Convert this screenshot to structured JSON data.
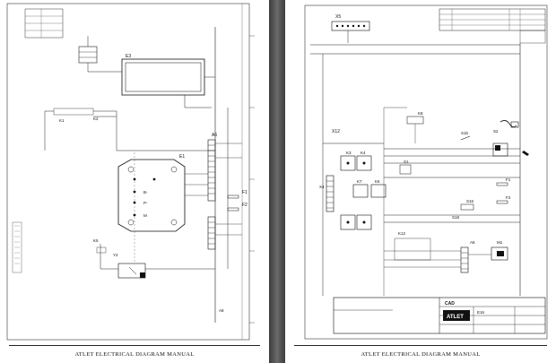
{
  "viewer": {
    "left_page_footer": "ATLET ELECTRICAL DIAGRAM MANUAL",
    "right_page_footer": "ATLET ELECTRICAL DIAGRAM MANUAL"
  },
  "left_sheet": {
    "labels": {
      "e3": "E3",
      "e1": "E1",
      "a6": "A6",
      "k1": "K1",
      "k2": "K2",
      "k5": "K5",
      "y2": "Y2",
      "f1": "F1",
      "f2": "F2",
      "a8": "A8",
      "terminal_b": "B-",
      "terminal_p": "P-",
      "terminal_m": "M"
    }
  },
  "right_sheet": {
    "labels": {
      "x5": "X5",
      "x12": "X12",
      "k8": "K8",
      "k3": "K3",
      "k4": "K4",
      "k7": "K7",
      "k6": "K6",
      "x4": "X4",
      "s1": "S1",
      "s1b": "S1b",
      "s2": "S2",
      "s16": "S16",
      "s18": "S18",
      "a8": "A8",
      "k12": "K12",
      "m1": "M1",
      "f1": "F1",
      "f2": "F2",
      "e16": "E16",
      "brand": "ATLET",
      "cad": "CAD"
    }
  }
}
